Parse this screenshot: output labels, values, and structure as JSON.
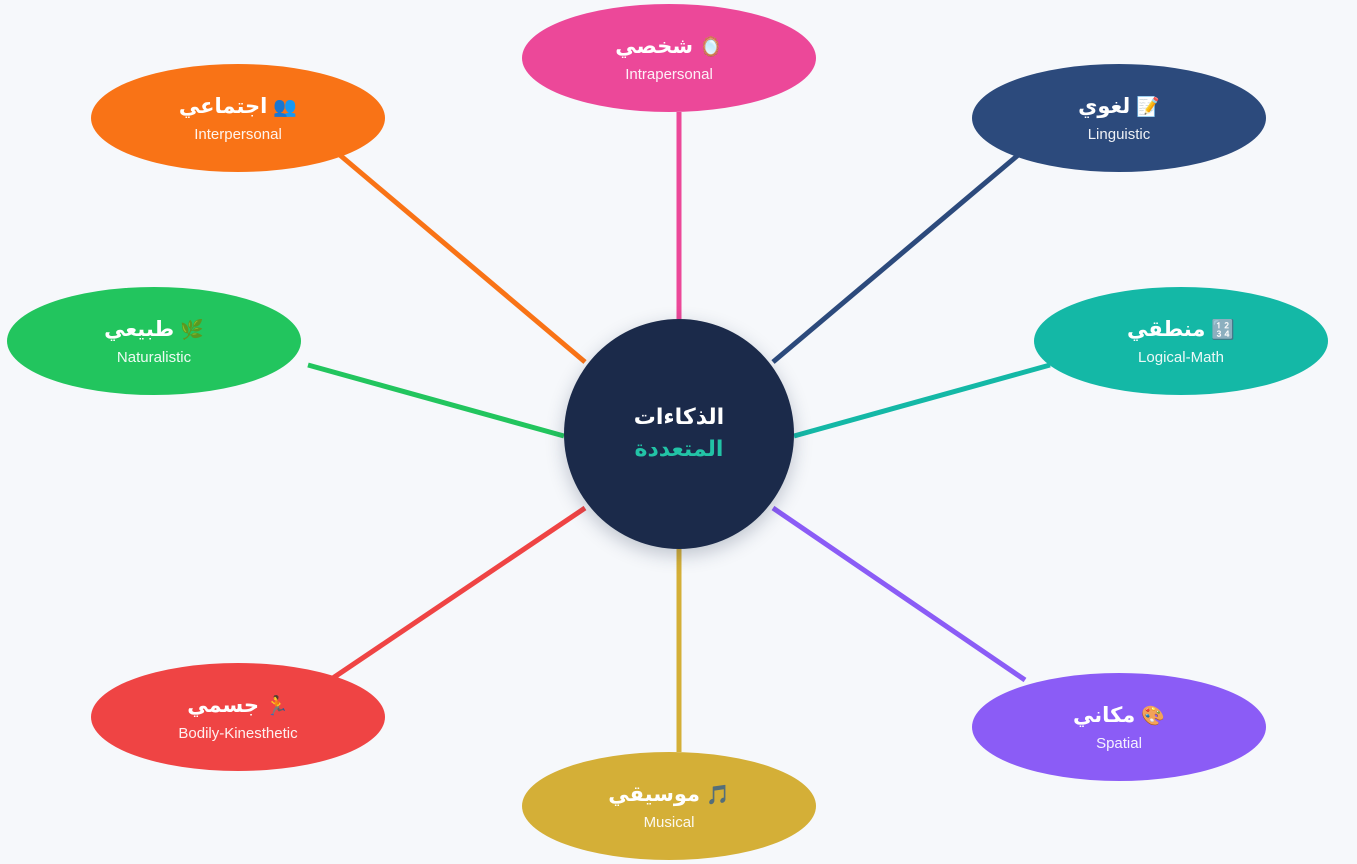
{
  "center": {
    "title": "الذكاءات",
    "subtitle": "المتعددة"
  },
  "nodes": [
    {
      "id": "intrapersonal",
      "title": "شخصي",
      "icon": "🪞",
      "icon_name": "mirror-icon",
      "subtitle": "Intrapersonal",
      "color": "#ec4899"
    },
    {
      "id": "linguistic",
      "title": "لغوي",
      "icon": "📝",
      "icon_name": "memo-icon",
      "subtitle": "Linguistic",
      "color": "#2c4a7c"
    },
    {
      "id": "logical",
      "title": "منطقي",
      "icon": "🔢",
      "icon_name": "numbers-icon",
      "subtitle": "Logical-Math",
      "color": "#14b8a6"
    },
    {
      "id": "spatial",
      "title": "مكاني",
      "icon": "🎨",
      "icon_name": "palette-icon",
      "subtitle": "Spatial",
      "color": "#8b5cf6"
    },
    {
      "id": "musical",
      "title": "موسيقي",
      "icon": "🎵",
      "icon_name": "music-note-icon",
      "subtitle": "Musical",
      "color": "#d4af37"
    },
    {
      "id": "bodily",
      "title": "جسمي",
      "icon": "🏃",
      "icon_name": "runner-icon",
      "subtitle": "Bodily-Kinesthetic",
      "color": "#ef4444"
    },
    {
      "id": "naturalistic",
      "title": "طبيعي",
      "icon": "🌿",
      "icon_name": "herb-icon",
      "subtitle": "Naturalistic",
      "color": "#22c55e"
    },
    {
      "id": "interpersonal",
      "title": "اجتماعي",
      "icon": "👥",
      "icon_name": "people-icon",
      "subtitle": "Interpersonal",
      "color": "#f97316"
    }
  ]
}
